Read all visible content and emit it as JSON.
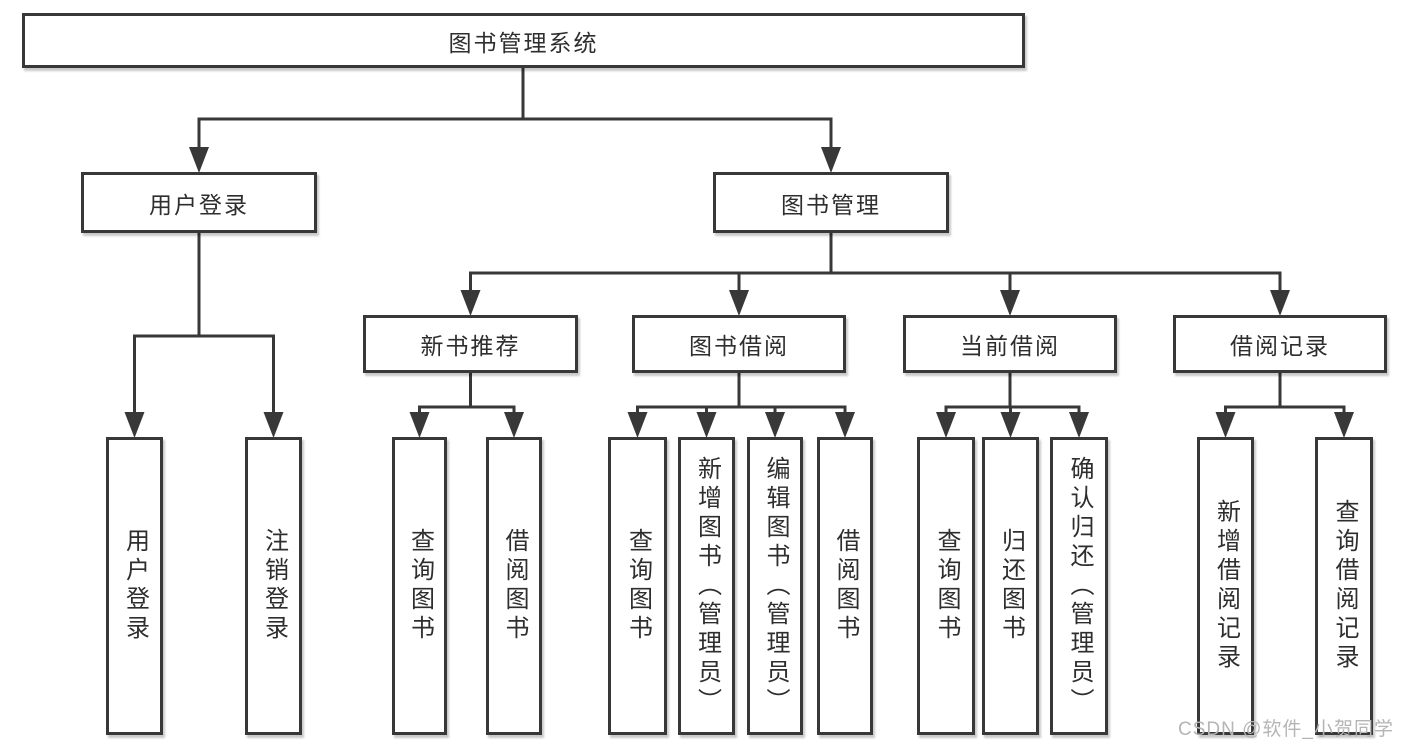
{
  "nodes": {
    "root": "图书管理系统",
    "user_login": "用户登录",
    "book_mgmt": "图书管理",
    "new_books": "新书推荐",
    "book_borrow": "图书借阅",
    "current_borrow": "当前借阅",
    "borrow_records": "借阅记录",
    "leaf_user_login": "用户登录",
    "leaf_logout": "注销登录",
    "leaf_nb_query": "查询图书",
    "leaf_nb_borrow": "借阅图书",
    "leaf_bb_query": "查询图书",
    "leaf_bb_add": "新增图书（管理员）",
    "leaf_bb_edit": "编辑图书（管理员）",
    "leaf_bb_borrow": "借阅图书",
    "leaf_cb_query": "查询图书",
    "leaf_cb_return": "归还图书",
    "leaf_cb_confirm": "确认归还（管理员）",
    "leaf_br_add": "新增借阅记录",
    "leaf_br_query": "查询借阅记录"
  },
  "watermark": "CSDN @软件_小贺同学",
  "colors": {
    "line": "#383838",
    "text": "#2e2e2e",
    "watermark": "#b5b5b5",
    "background": "#ffffff"
  }
}
